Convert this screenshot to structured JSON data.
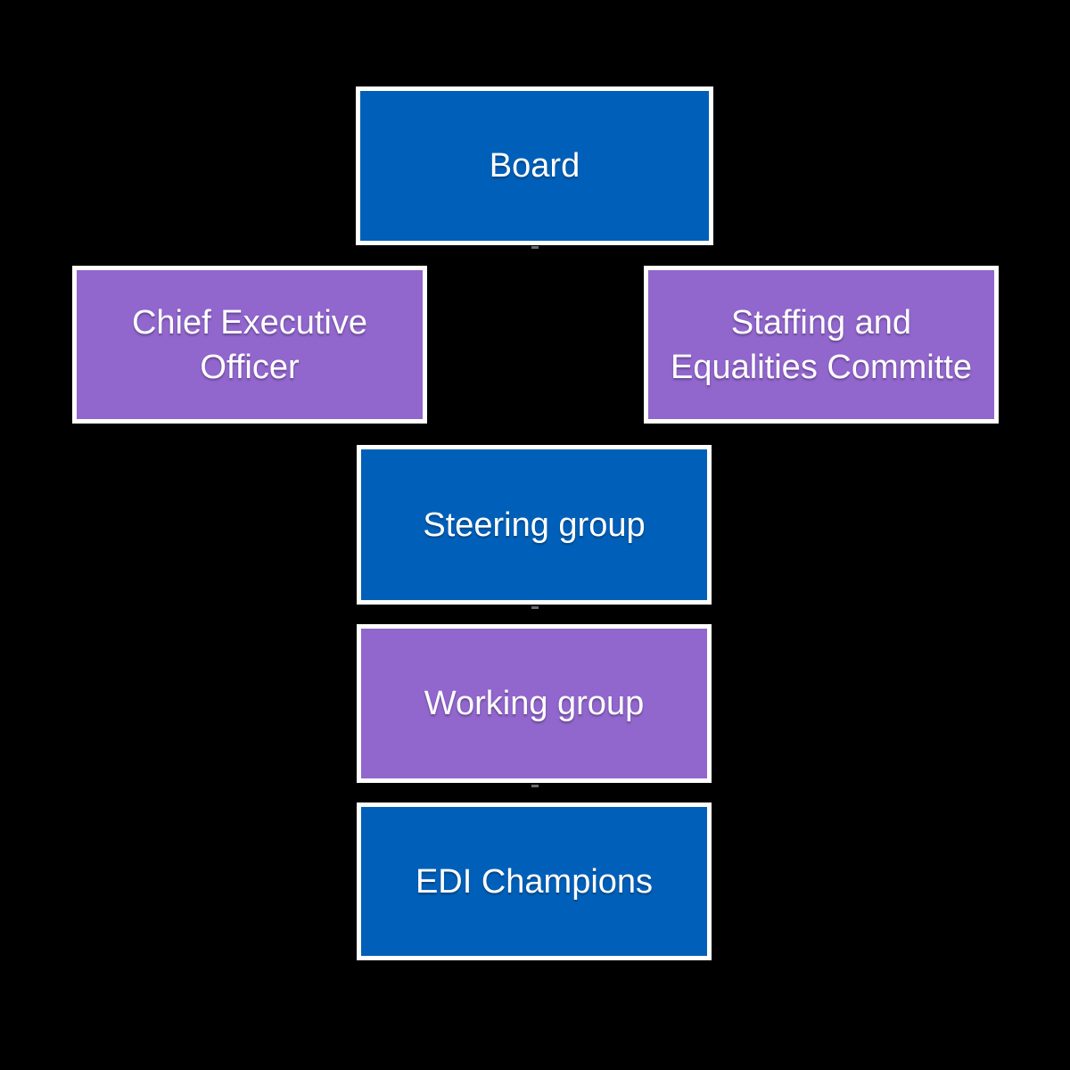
{
  "figure": {
    "type": "org-chart",
    "background": "#000000"
  },
  "colors": {
    "blue": "#0060B9",
    "purple": "#9166CD",
    "box_border": "#FFFFFF",
    "text": "#FFFFFF",
    "connector_stub": "#8D8D96"
  },
  "nodes": [
    {
      "id": "board",
      "label": "Board",
      "fill": "blue"
    },
    {
      "id": "chief-executive-officer",
      "label": "Chief Executive Officer",
      "fill": "purple"
    },
    {
      "id": "staffing-and-equalities-committe",
      "label": "Staffing and Equalities Committe",
      "fill": "purple"
    },
    {
      "id": "steering-group",
      "label": "Steering group",
      "fill": "blue"
    },
    {
      "id": "working-group",
      "label": "Working group",
      "fill": "purple"
    },
    {
      "id": "edi-champions",
      "label": "EDI Champions",
      "fill": "blue"
    }
  ]
}
